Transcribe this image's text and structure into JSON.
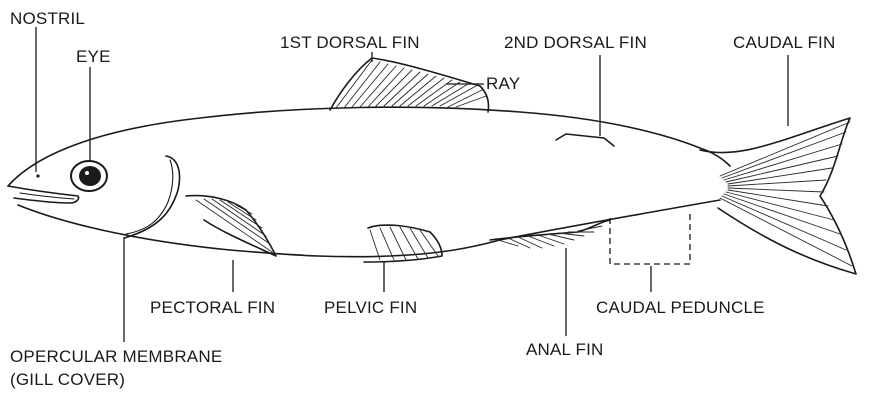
{
  "diagram": {
    "labels": {
      "nostril": "NOSTRIL",
      "eye": "EYE",
      "first_dorsal_fin": "1ST DORSAL FIN",
      "ray": "RAY",
      "second_dorsal_fin": "2ND DORSAL FIN",
      "caudal_fin": "CAUDAL FIN",
      "pectoral_fin": "PECTORAL FIN",
      "pelvic_fin": "PELVIC FIN",
      "caudal_peduncle": "CAUDAL PEDUNCLE",
      "anal_fin": "ANAL FIN",
      "opercular_membrane_line1": "OPERCULAR MEMBRANE",
      "opercular_membrane_line2": "(GILL COVER)"
    }
  }
}
